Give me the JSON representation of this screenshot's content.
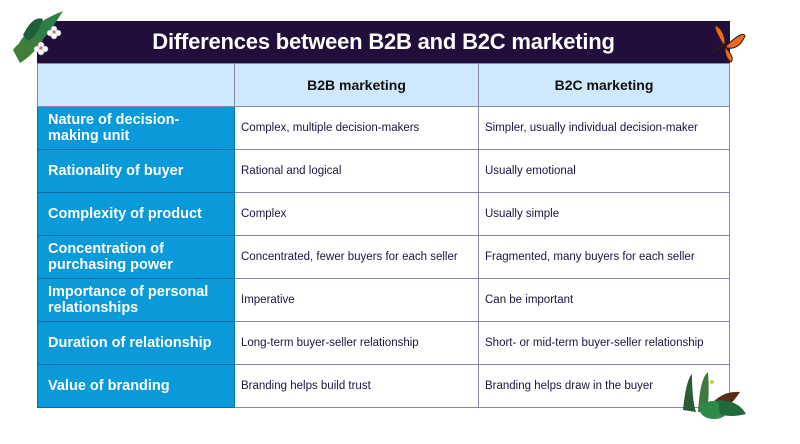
{
  "title": "Differences between B2B and B2C marketing",
  "headers": [
    "",
    "B2B marketing",
    "B2C marketing"
  ],
  "rows": [
    {
      "label": "Nature of decision-making unit",
      "b2b": "Complex, multiple decision-makers",
      "b2c": "Simpler, usually individual decision-maker"
    },
    {
      "label": "Rationality of buyer",
      "b2b": "Rational and logical",
      "b2c": "Usually emotional"
    },
    {
      "label": "Complexity of product",
      "b2b": "Complex",
      "b2c": "Usually simple"
    },
    {
      "label": "Concentration of purchasing power",
      "b2b": "Concentrated, fewer buyers for each seller",
      "b2c": "Fragmented, many buyers for each seller"
    },
    {
      "label": "Importance of personal relationships",
      "b2b": "Imperative",
      "b2c": "Can be important"
    },
    {
      "label": "Duration of relationship",
      "b2b": "Long-term buyer-seller relationship",
      "b2c": "Short- or mid-term buyer-seller relationship"
    },
    {
      "label": "Value of branding",
      "b2b": "Branding helps build trust",
      "b2c": "Branding helps draw in the buyer"
    }
  ]
}
